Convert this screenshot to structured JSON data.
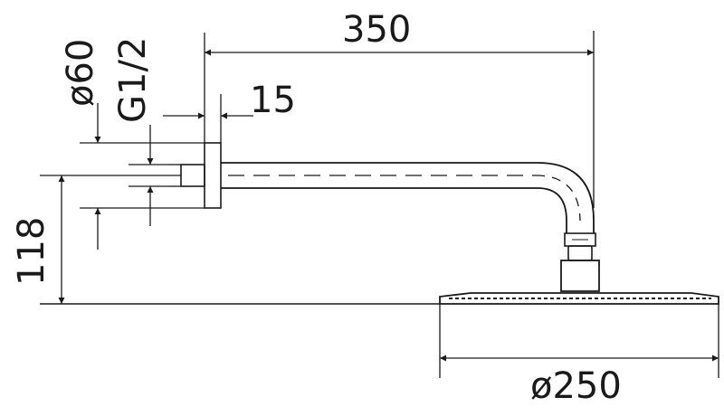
{
  "drawing": {
    "dimensions": {
      "arm_length": "350",
      "wall_offset": "15",
      "flange_diameter": "ø60",
      "thread": "G1/2",
      "height": "118",
      "head_diameter": "ø250"
    },
    "line_color": "#1a1a1a"
  }
}
